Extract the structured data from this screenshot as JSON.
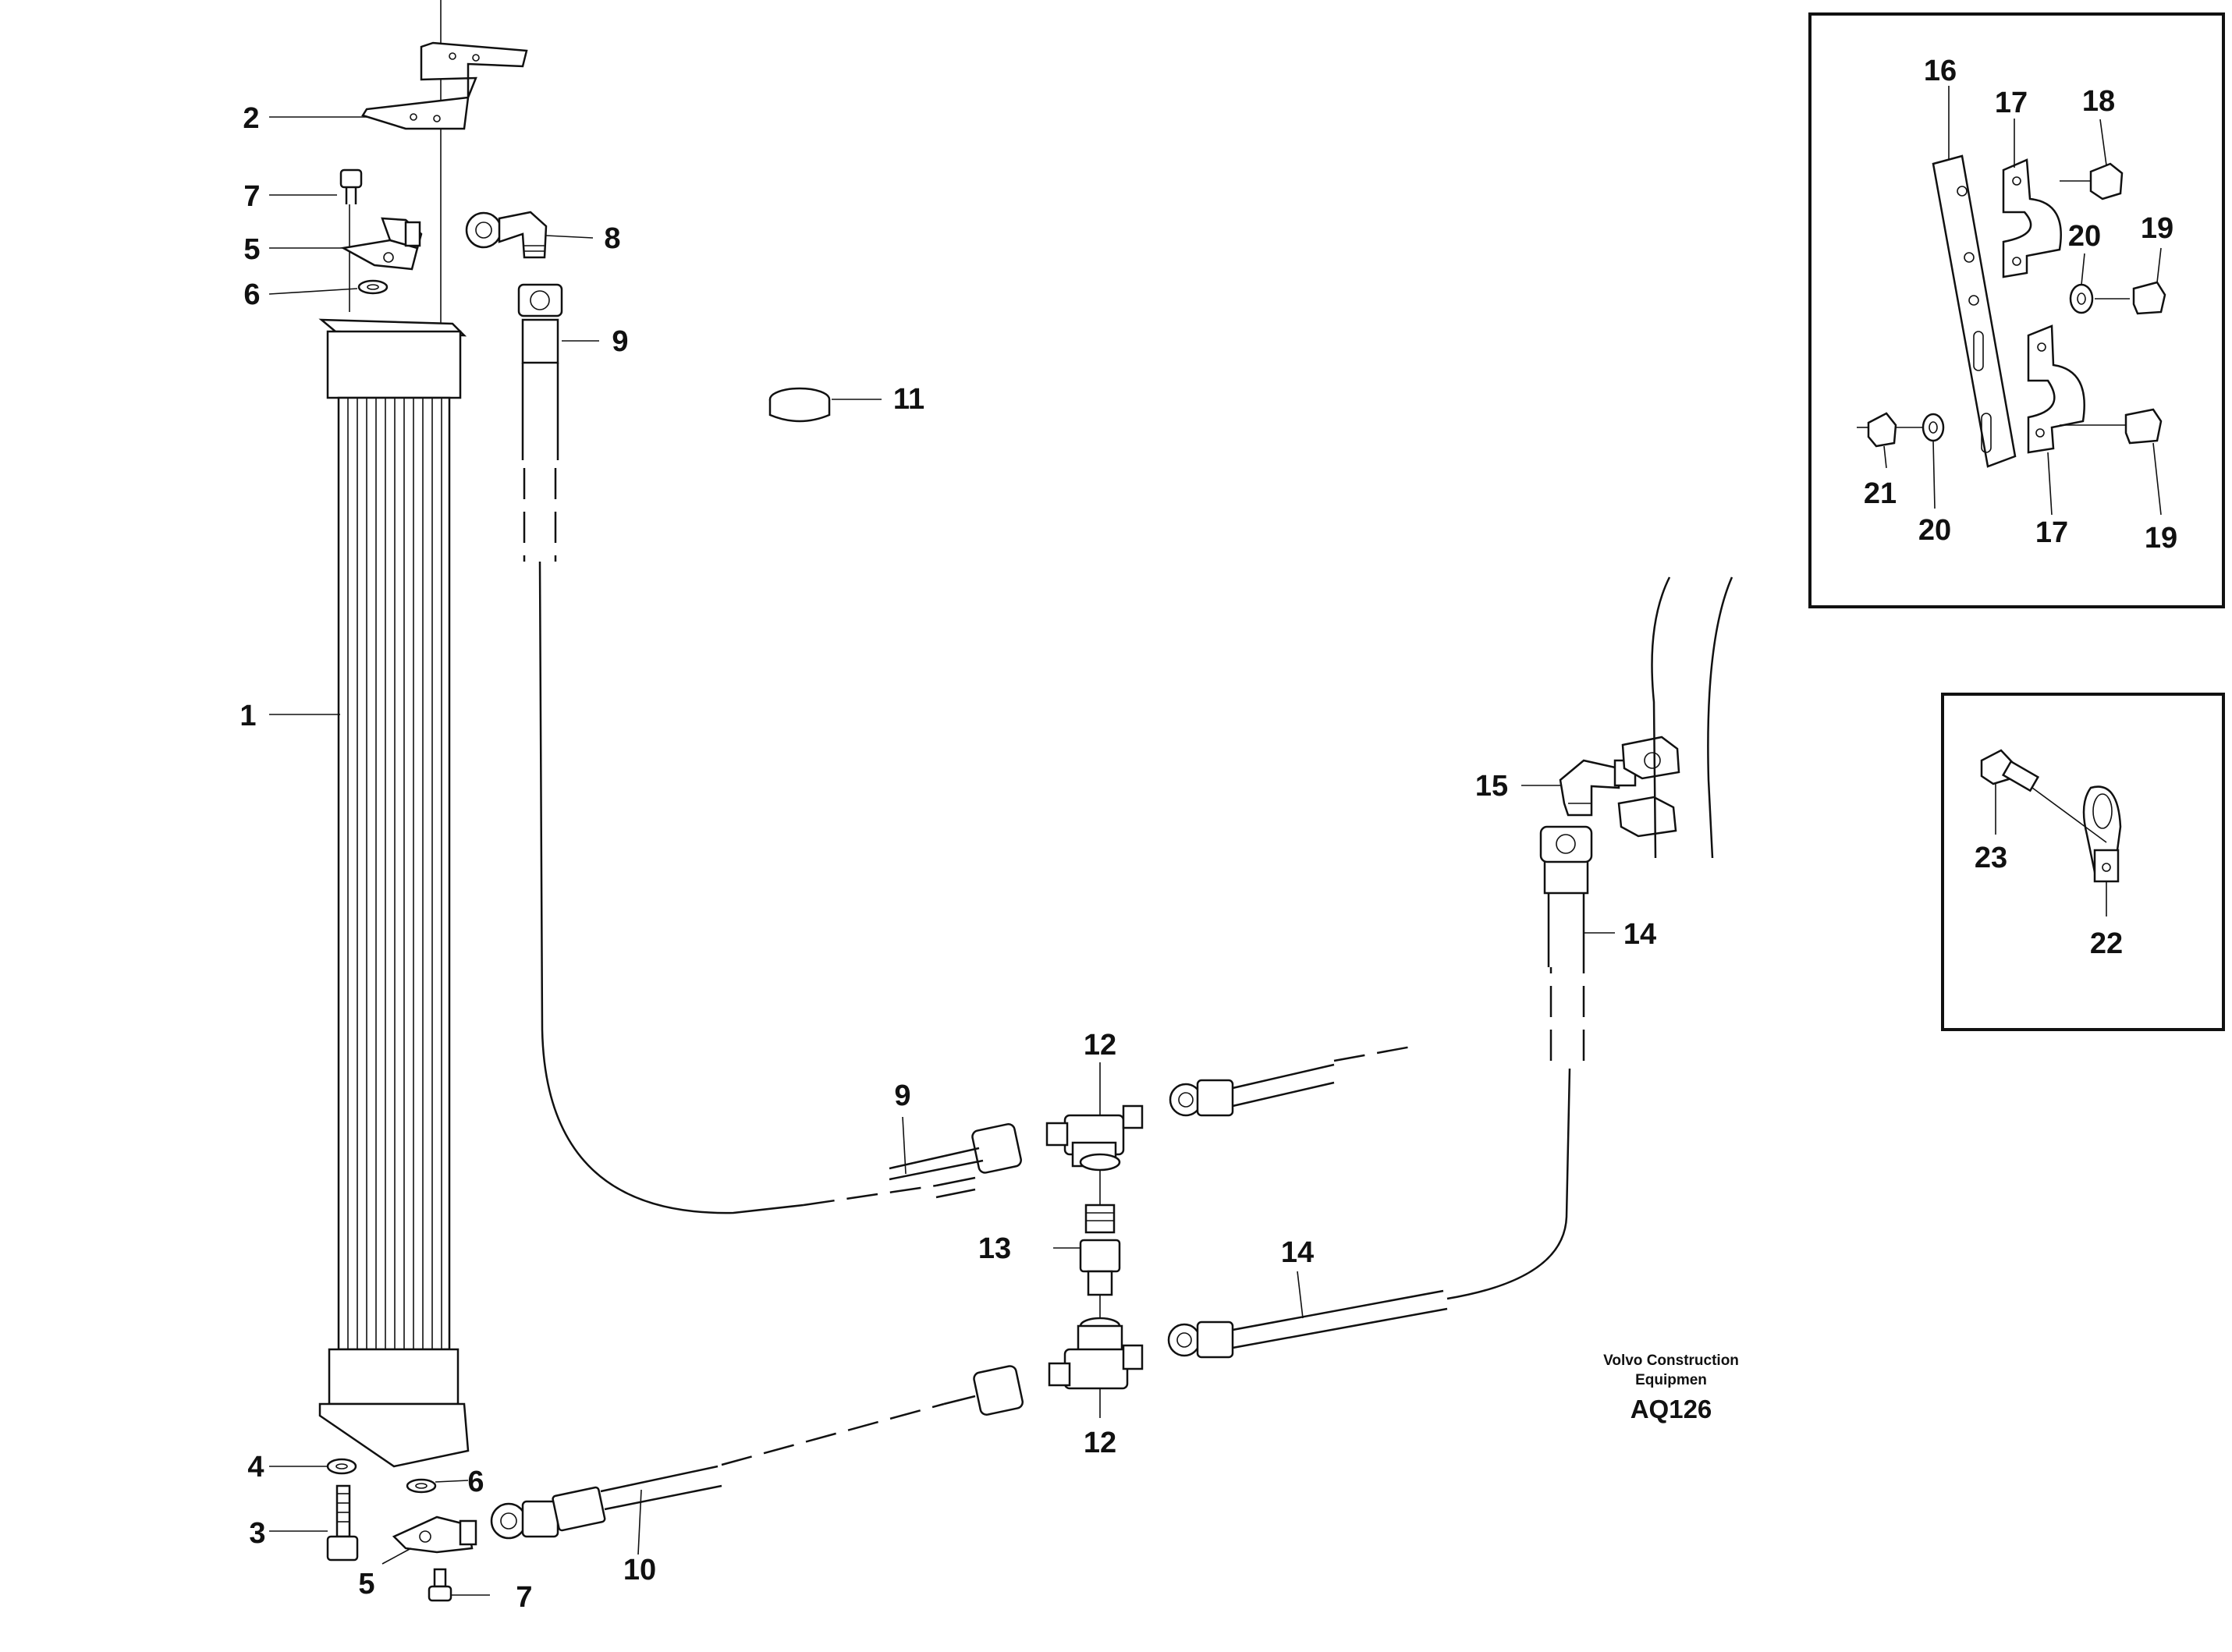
{
  "callouts": {
    "c1": "1",
    "c2": "2",
    "c3": "3",
    "c4": "4",
    "c5a": "5",
    "c5b": "5",
    "c6a": "6",
    "c6b": "6",
    "c7a": "7",
    "c7b": "7",
    "c8": "8",
    "c9a": "9",
    "c9b": "9",
    "c10": "10",
    "c11": "11",
    "c12a": "12",
    "c12b": "12",
    "c13": "13",
    "c14a": "14",
    "c14b": "14",
    "c15": "15",
    "c16": "16",
    "c17a": "17",
    "c17b": "17",
    "c18": "18",
    "c19a": "19",
    "c19b": "19",
    "c20a": "20",
    "c20b": "20",
    "c21": "21",
    "c22": "22",
    "c23": "23"
  },
  "credit": {
    "line1": "Volvo Construction",
    "line2": "Equipmen",
    "code": "AQ126"
  }
}
